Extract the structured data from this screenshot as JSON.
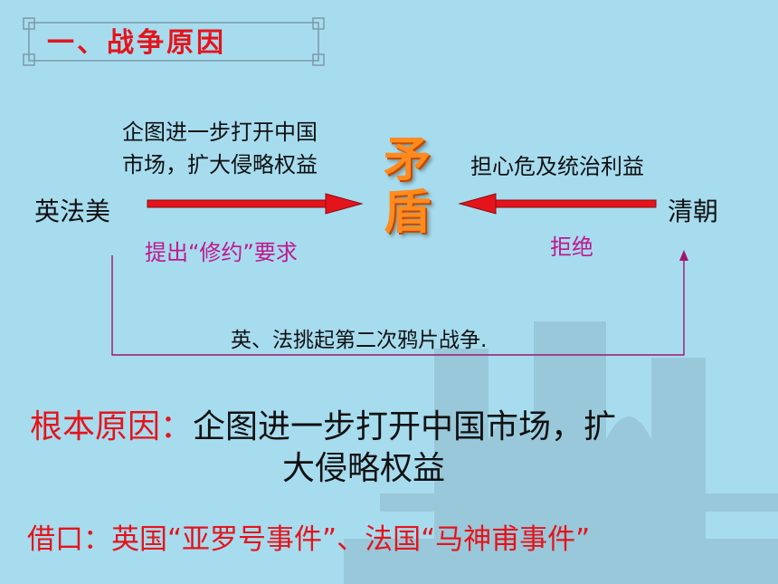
{
  "title": "一、战争原因",
  "left_actor": "英法美",
  "right_actor": "清朝",
  "left_motive_line1": "企图进一步打开中国",
  "left_motive_line2": "市场，扩大侵略权益",
  "right_motive": "担心危及统治利益",
  "center_char1": "矛",
  "center_char2": "盾",
  "left_action": "提出“修约”要求",
  "right_action": "拒绝",
  "war_note": "英、法挑起第二次鸦片战争.",
  "root_cause_label": "根本原因：",
  "root_cause_line1": "企图进一步打开中国市场，扩",
  "root_cause_line2": "大侵略权益",
  "pretext": "借口：英国“亚罗号事件”、法国“马神甫事件”",
  "colors": {
    "background": "#a7dcef",
    "accent_red": "#e5141b",
    "magenta": "#c0178e",
    "orange": "#ff8a1e"
  }
}
